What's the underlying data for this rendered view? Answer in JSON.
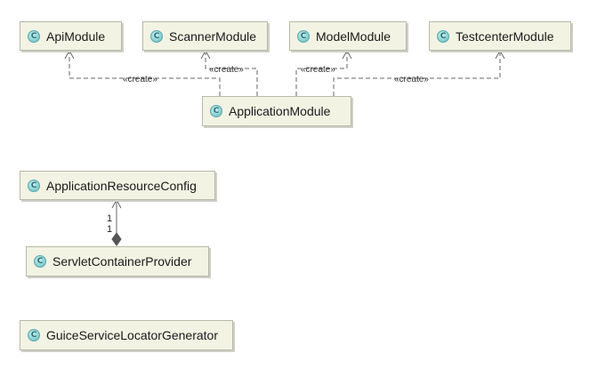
{
  "classes": {
    "api_module": "ApiModule",
    "scanner_module": "ScannerModule",
    "model_module": "ModelModule",
    "testcenter_module": "TestcenterModule",
    "application_module": "ApplicationModule",
    "application_resource_config": "ApplicationResourceConfig",
    "servlet_container_provider": "ServletContainerProvider",
    "guice_service_locator_generator": "GuiceServiceLocatorGenerator"
  },
  "class_icon_letter": "C",
  "class_icon_name": "class-icon",
  "relations": {
    "create_label": "«create»",
    "multiplicity_source": "1",
    "multiplicity_target": "1"
  },
  "colors": {
    "node_fill": "#f3f3e4",
    "node_border": "#b9b9a4",
    "icon_fill": "#8fd3d6",
    "edge": "#666666"
  }
}
